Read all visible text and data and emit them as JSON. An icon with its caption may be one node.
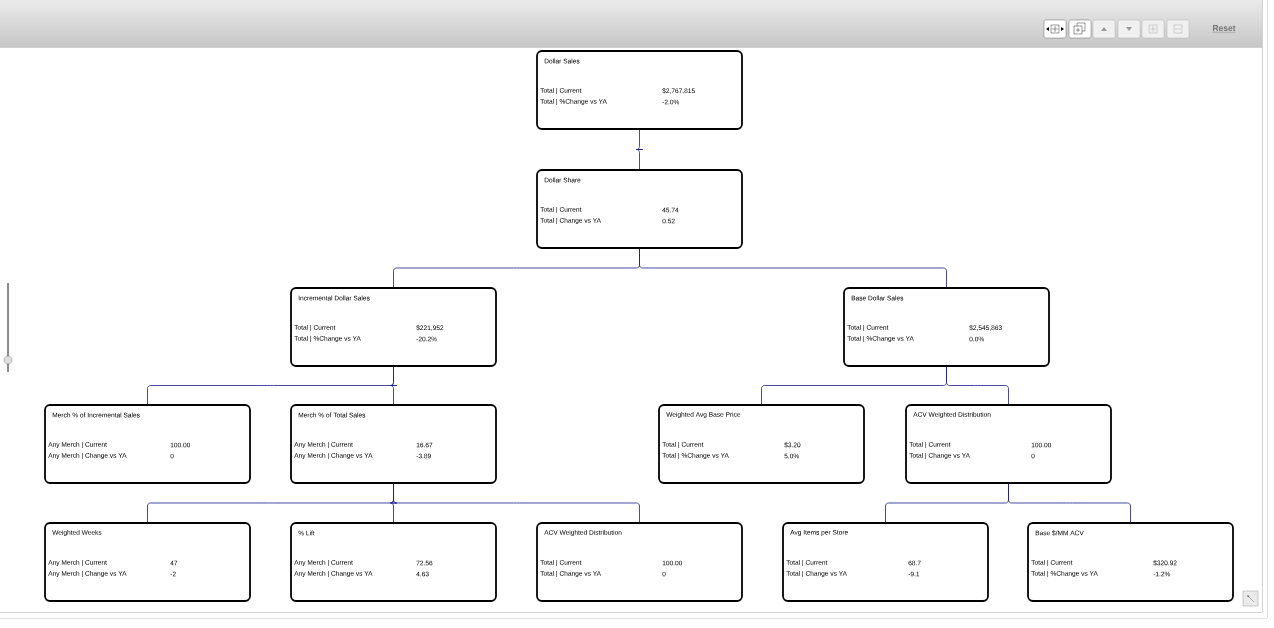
{
  "diagram": {
    "nodes": [
      {
        "text": [
          "Dollar Sales",
          "Total | Current",
          "$2,767,815",
          "Total | %Change vs YA",
          "-2.0%"
        ]
      },
      {
        "text": [
          "Dollar Share",
          "Total | Current",
          "45.74",
          "Total | Change vs YA",
          "0.52"
        ]
      },
      {
        "text": [
          "Incremental Dollar Sales",
          "Total | Current",
          "$221,952",
          "Total | %Change vs YA",
          "-20.2%"
        ]
      },
      {
        "text": [
          "Base Dollar Sales",
          "Total | Current",
          "$2,545,863",
          "Total | %Change vs YA",
          "0.0%"
        ]
      },
      {
        "text": [
          "Merch % of Incremental Sales",
          "Any Merch | Current",
          "100.00",
          "Any Merch | Change vs YA",
          "0"
        ]
      },
      {
        "text": [
          "Merch % of Total Sales",
          "Any Merch | Current",
          "16.67",
          "Any Merch | Change vs YA",
          "-3.89"
        ]
      },
      {
        "text": [
          "Weighted Avg Base Price",
          "Total | Current",
          "$3.20",
          "Total | %Change vs YA",
          "5.0%"
        ]
      },
      {
        "text": [
          "ACV Weighted Distribution",
          "Total | Current",
          "100.00",
          "Total | Change vs YA",
          "0"
        ]
      },
      {
        "text": [
          "Weighted Weeks",
          "Any Merch | Current",
          "47",
          "Any Merch | Change vs YA",
          "-2"
        ]
      },
      {
        "text": [
          "% Lift",
          "Any Merch | Current",
          "72.56",
          "Any Merch | Change vs YA",
          "4.63"
        ]
      },
      {
        "text": [
          "ACV Weighted Distribution",
          "Total | Current",
          "100.00",
          "Total | Change vs YA",
          "0"
        ]
      },
      {
        "text": [
          "Avg Items per Store",
          "Total | Current",
          "68.7",
          "Total | Change vs YA",
          "-9.1"
        ]
      },
      {
        "text": [
          "Base $/MM ACV",
          "Total | Current",
          "$320.92",
          "Total | %Change vs YA",
          "-1.2%"
        ]
      }
    ],
    "edges": [
      {
        "from": 0,
        "to": 1,
        "arrow": "none"
      },
      {
        "from": 1,
        "to": 2,
        "arrow": "none"
      },
      {
        "from": 1,
        "to": 3,
        "arrow": "none"
      },
      {
        "from": 2,
        "to": 4,
        "arrow": "none"
      },
      {
        "from": 2,
        "to": 5,
        "arrow": "none"
      },
      {
        "from": 3,
        "to": 6,
        "arrow": "none"
      },
      {
        "from": 3,
        "to": 7,
        "arrow": "none"
      },
      {
        "from": 5,
        "to": 8,
        "arrow": "none"
      },
      {
        "from": 5,
        "to": 9,
        "arrow": "none"
      },
      {
        "from": 5,
        "to": 10,
        "arrow": "none"
      },
      {
        "from": 7,
        "to": 11,
        "arrow": "none"
      },
      {
        "from": 7,
        "to": 12,
        "arrow": "none"
      }
    ],
    "labels": [
      "Reset"
    ]
  }
}
